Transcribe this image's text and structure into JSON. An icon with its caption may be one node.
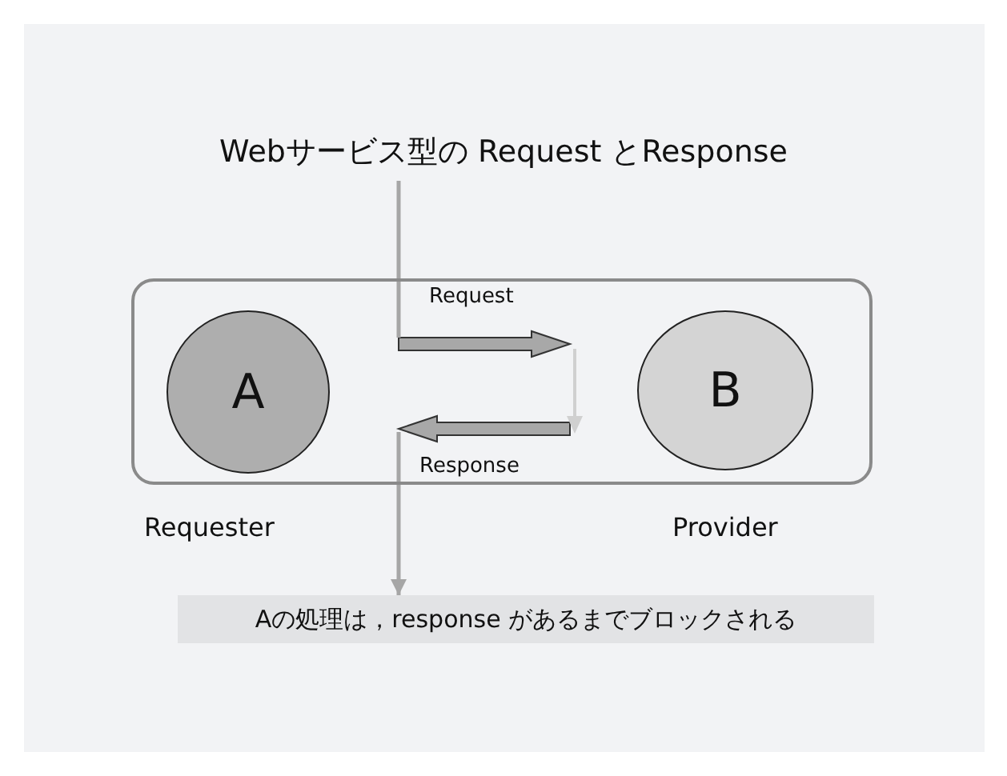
{
  "diagram": {
    "title": "Webサービス型の Request とResponse",
    "nodes": [
      {
        "text": [],
        "shape": "box"
      },
      {
        "text": [
          "A"
        ],
        "in": 0
      },
      {
        "text": [
          "B"
        ],
        "in": 0
      },
      {
        "text": [
          "Aの処理は，response があるまでブロックされる"
        ]
      }
    ],
    "edges": [
      {
        "from": null,
        "to": 3,
        "arrow": "to"
      }
    ],
    "labels": [
      "Request",
      "Response",
      "Requester",
      "Provider"
    ]
  }
}
